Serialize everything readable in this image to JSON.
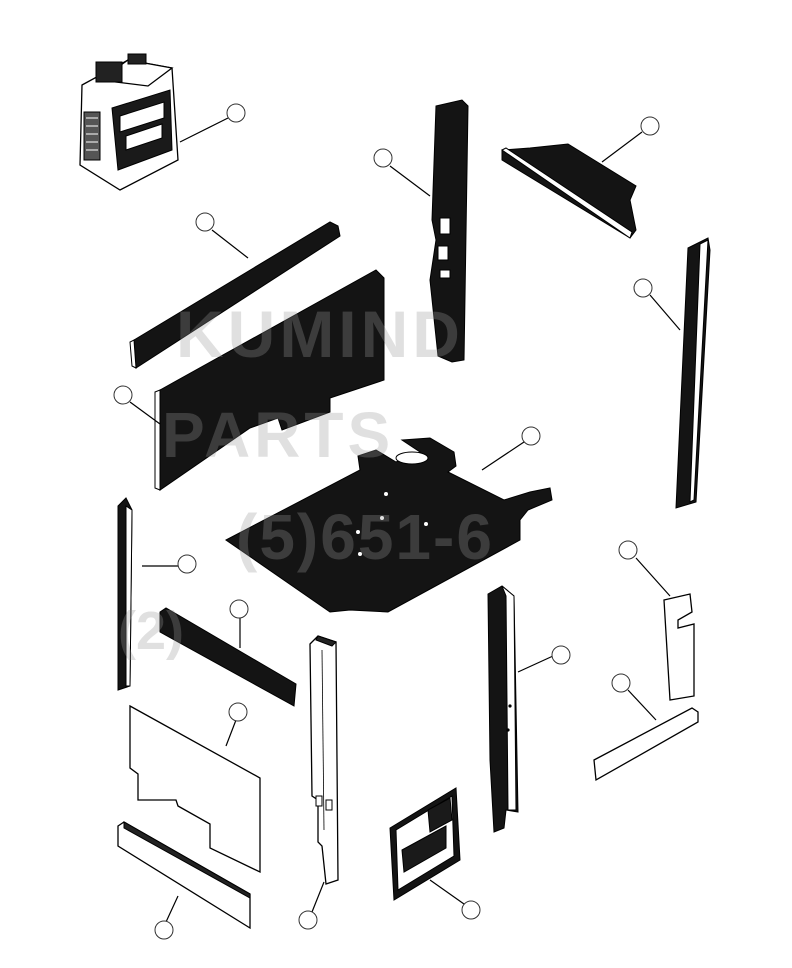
{
  "diagram": {
    "type": "exploded-parts-view",
    "ink_color": "#141414",
    "background": "#ffffff",
    "callouts": [
      {
        "part": "heater-box"
      },
      {
        "part": "rear-top-strip"
      },
      {
        "part": "rear-wall-panel"
      },
      {
        "part": "right-rear-pillar-seal"
      },
      {
        "part": "roof-top-strip"
      },
      {
        "part": "right-side-strip"
      },
      {
        "part": "floor-mat"
      },
      {
        "part": "left-pillar-strip"
      },
      {
        "part": "lower-left-strip"
      },
      {
        "part": "left-lower-panel"
      },
      {
        "part": "bottom-strip"
      },
      {
        "part": "left-door-pillar"
      },
      {
        "part": "right-door-pillar"
      },
      {
        "part": "small-corner-piece"
      },
      {
        "part": "small-bottom-strip"
      },
      {
        "part": "door-panel"
      }
    ]
  },
  "watermark": {
    "line1": "KUMIND",
    "line2": "PARTS",
    "line3": "(5)651-6",
    "line4": "(2)"
  }
}
